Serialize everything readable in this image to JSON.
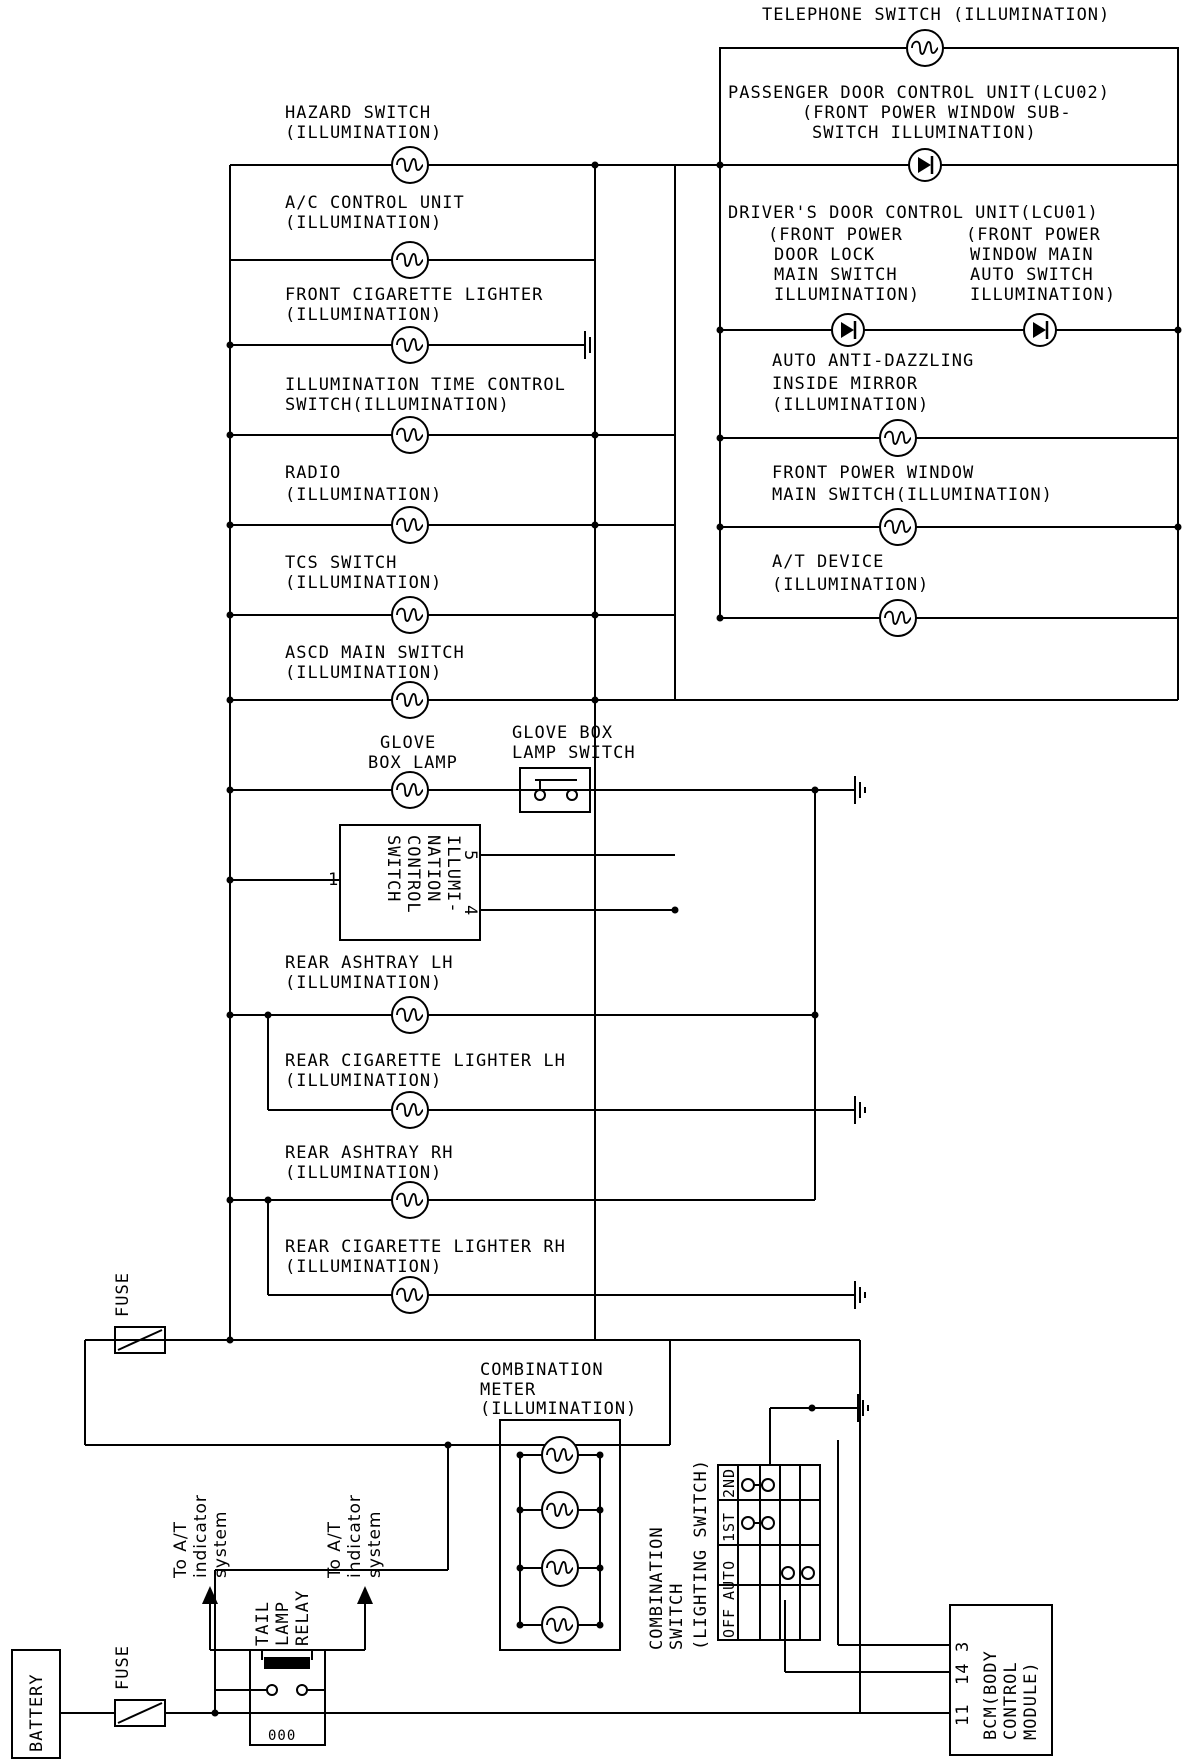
{
  "labels": {
    "telephone": "TELEPHONE SWITCH (ILLUMINATION)",
    "passenger_1": "PASSENGER DOOR CONTROL UNIT(LCU02)",
    "passenger_2": "(FRONT POWER WINDOW SUB-",
    "passenger_3": "SWITCH ILLUMINATION)",
    "driver_1": "DRIVER'S DOOR CONTROL UNIT(LCU01)",
    "driver_l1": "(FRONT POWER",
    "driver_l2": "DOOR LOCK",
    "driver_l3": "MAIN SWITCH",
    "driver_l4": "ILLUMINATION)",
    "driver_r1": "(FRONT POWER",
    "driver_r2": "WINDOW MAIN",
    "driver_r3": "AUTO SWITCH",
    "driver_r4": "ILLUMINATION)",
    "mirror_1": "AUTO ANTI-DAZZLING",
    "mirror_2": "INSIDE MIRROR",
    "mirror_3": "(ILLUMINATION)",
    "fpw_1": "FRONT POWER WINDOW",
    "fpw_2": "MAIN SWITCH(ILLUMINATION)",
    "atd_1": "A/T DEVICE",
    "atd_2": "(ILLUMINATION)",
    "hazard_1": "HAZARD SWITCH",
    "hazard_2": "(ILLUMINATION)",
    "ac_1": "A/C CONTROL UNIT",
    "ac_2": "(ILLUMINATION)",
    "fcl_1": "FRONT CIGARETTE LIGHTER",
    "fcl_2": "(ILLUMINATION)",
    "itc_1": "ILLUMINATION TIME CONTROL",
    "itc_2": "SWITCH(ILLUMINATION)",
    "radio_1": "RADIO",
    "radio_2": "(ILLUMINATION)",
    "tcs_1": "TCS SWITCH",
    "tcs_2": "(ILLUMINATION)",
    "ascd_1": "ASCD MAIN SWITCH",
    "ascd_2": "(ILLUMINATION)",
    "glove_lamp_1": "GLOVE",
    "glove_lamp_2": "BOX LAMP",
    "glove_sw_1": "GLOVE BOX",
    "glove_sw_2": "LAMP SWITCH",
    "ics_1": "ILLUMI-",
    "ics_2": "NATION",
    "ics_3": "CONTROL",
    "ics_4": "SWITCH",
    "ics_pin1": "1",
    "ics_pin5": "5",
    "ics_pin4": "4",
    "raLH_1": "REAR ASHTRAY LH",
    "raLH_2": "(ILLUMINATION)",
    "rclLH_1": "REAR CIGARETTE LIGHTER LH",
    "rclLH_2": "(ILLUMINATION)",
    "raRH_1": "REAR ASHTRAY RH",
    "raRH_2": "(ILLUMINATION)",
    "rclRH_1": "REAR CIGARETTE LIGHTER RH",
    "rclRH_2": "(ILLUMINATION)",
    "fuse_top": "FUSE",
    "fuse_bottom": "FUSE",
    "meter_1": "COMBINATION",
    "meter_2": "METER",
    "meter_3": "(ILLUMINATION)",
    "at_left_1": "To A/T",
    "at_left_2": "indicator",
    "at_left_3": "system",
    "at_right_1": "To A/T",
    "at_right_2": "indicator",
    "at_right_3": "system",
    "relay_1": "TAIL",
    "relay_2": "LAMP",
    "relay_3": "RELAY",
    "relay_coil": "000",
    "battery": "BATTERY",
    "combsw_1": "COMBINATION",
    "combsw_2": "SWITCH",
    "combsw_3": "(LIGHTING SWITCH)",
    "pos_off": "OFF",
    "pos_auto": "AUTO",
    "pos_1st": "1ST",
    "pos_2nd": "2ND",
    "bcm_1": "BCM(BODY",
    "bcm_2": "CONTROL",
    "bcm_3": "MODULE)",
    "bcm_pin3": "3",
    "bcm_pin14": "14",
    "bcm_pin11": "11"
  }
}
